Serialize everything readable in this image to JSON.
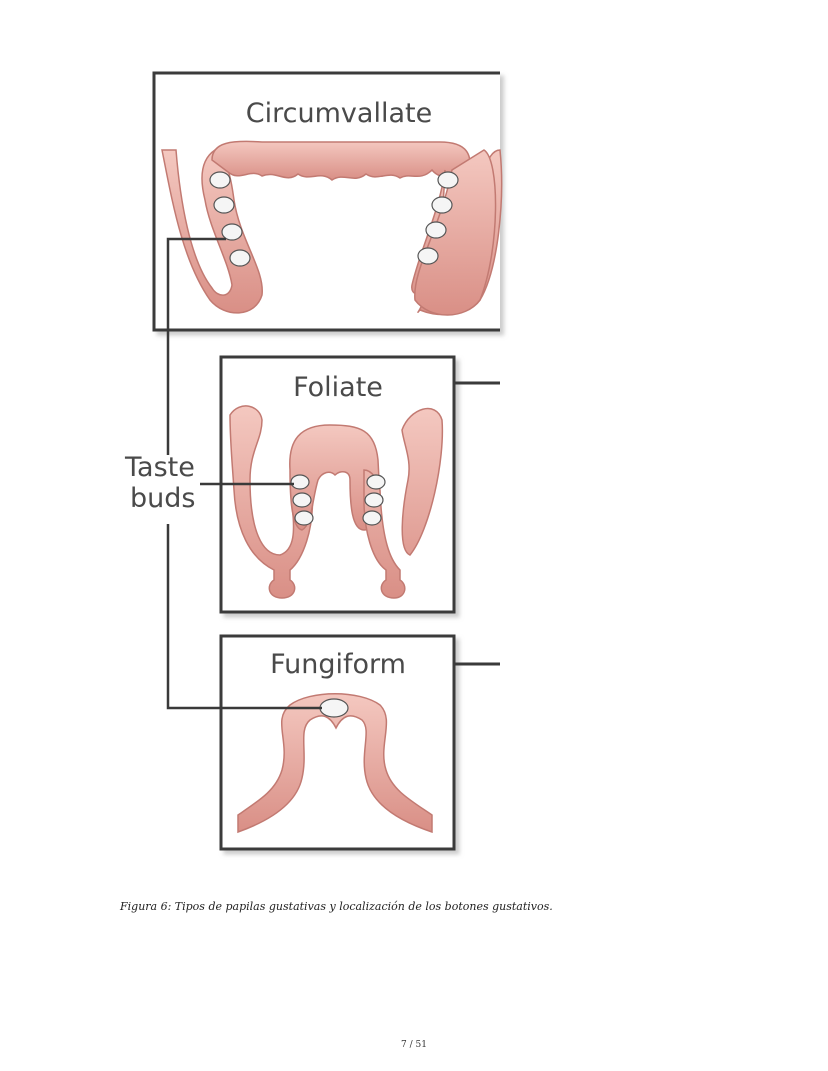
{
  "figure": {
    "panels": {
      "circumvallate": "Circumvallate",
      "foliate": "Foliate",
      "fungiform": "Fungiform"
    },
    "taste_buds_label": [
      "Taste",
      "buds"
    ],
    "colors": {
      "tissue_fill": "#e8a8a0",
      "tissue_stroke": "#c27a72",
      "frame": "#3a3a3a",
      "label_text": "#4a4a4a"
    }
  },
  "caption": "Figura 6: Tipos de papilas gustativas y localización de los botones gustativos.",
  "page_number": "7 / 51"
}
